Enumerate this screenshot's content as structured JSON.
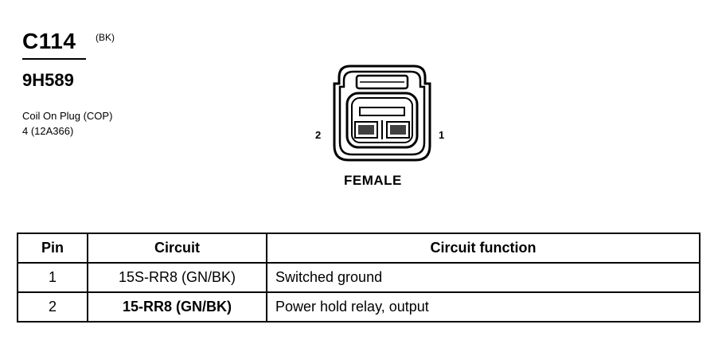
{
  "connector": {
    "id": "C114",
    "color_code": "(BK)",
    "part_number": "9H589",
    "description_line1": "Coil On Plug (COP)",
    "description_line2": "4 (12A366)",
    "gender": "FEMALE",
    "pin_left": "2",
    "pin_right": "1"
  },
  "table": {
    "headers": {
      "pin": "Pin",
      "circuit": "Circuit",
      "function": "Circuit function"
    },
    "rows": [
      {
        "pin": "1",
        "circuit": "15S-RR8 (GN/BK)",
        "function": "Switched ground"
      },
      {
        "pin": "2",
        "circuit": "15-RR8 (GN/BK)",
        "function": "Power hold relay, output"
      }
    ]
  }
}
